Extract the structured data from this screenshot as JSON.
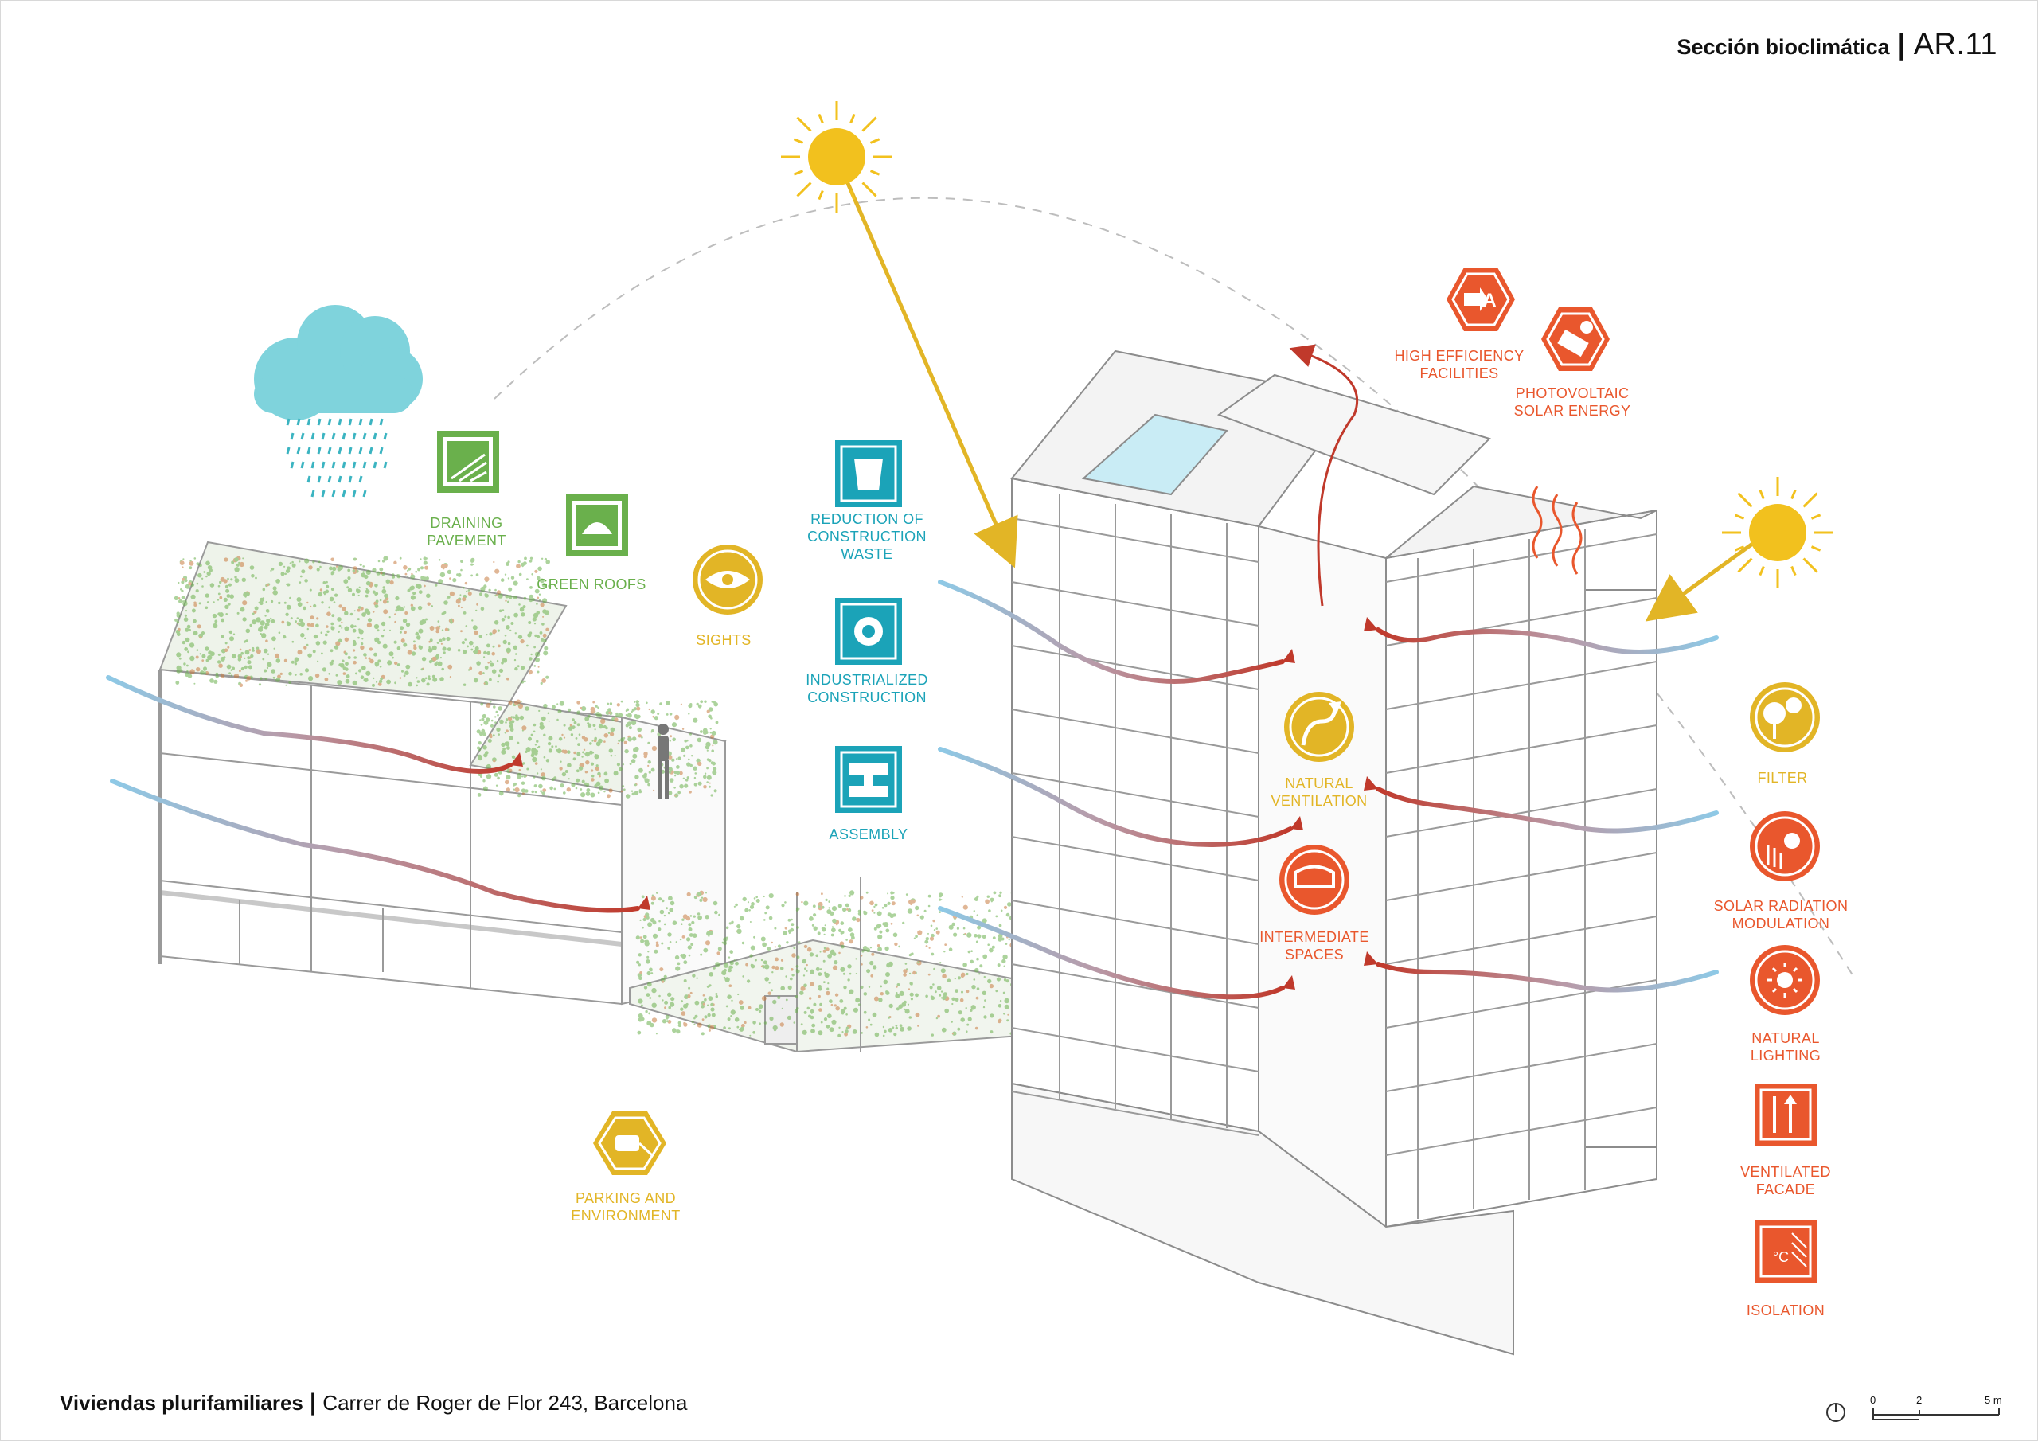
{
  "header": {
    "title": "Sección bioclimática",
    "code": "AR.11"
  },
  "footer": {
    "project": "Viviendas plurifamiliares",
    "address": "Carrer de Roger de Flor 243, Barcelona"
  },
  "scale_bar": {
    "ticks": [
      "0",
      "2",
      "5 m"
    ]
  },
  "colors": {
    "green": "#6ab04c",
    "yellow": "#e2b526",
    "teal": "#1ba3b8",
    "orange": "#e9572d",
    "rain": "#7fd3dc",
    "wind": "#8ec9e6",
    "flow": "#c0392b"
  },
  "labels": {
    "draining_pavement": "DRAINING\nPAVEMENT",
    "green_roofs": "GREEN ROOFS",
    "sights": "SIGHTS",
    "reduction_waste": "REDUCTION OF\nCONSTRUCTION\nWASTE",
    "industrialized": "INDUSTRIALIZED\nCONSTRUCTION",
    "assembly": "ASSEMBLY",
    "high_efficiency": "HIGH EFFICIENCY\nFACILITIES",
    "photovoltaic": "PHOTOVOLTAIC\nSOLAR ENERGY",
    "natural_ventilation": "NATURAL\nVENTILATION",
    "intermediate_spaces": "INTERMEDIATE\nSPACES",
    "filter": "FILTER",
    "solar_radiation": "SOLAR RADIATION\nMODULATION",
    "natural_lighting": "NATURAL\nLIGHTING",
    "ventilated_facade": "VENTILATED\nFACADE",
    "isolation": "ISOLATION",
    "parking": "PARKING AND\nENVIRONMENT"
  }
}
